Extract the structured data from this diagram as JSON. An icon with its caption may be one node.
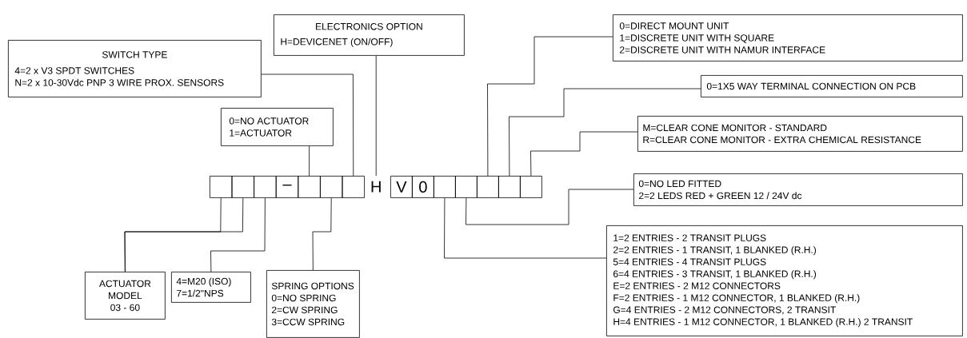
{
  "diagram": {
    "nodes": [
      {
        "text": [
          "SWITCH TYPE",
          "4=2 x V3 SPDT SWITCHES",
          "N=2 x 10-30Vdc PNP 3 WIRE PROX. SENSORS"
        ]
      },
      {
        "text": [
          "ELECTRONICS OPTION",
          "H=DEVICENET (ON/OFF)"
        ]
      },
      {
        "text": [
          "0=DIRECT MOUNT UNIT",
          "1=DISCRETE UNIT WITH SQUARE",
          "2=DISCRETE UNIT WITH NAMUR INTERFACE"
        ]
      },
      {
        "text": [
          "0=NO ACTUATOR",
          "1=ACTUATOR"
        ]
      },
      {
        "text": [
          "0=1X5 WAY TERMINAL CONNECTION ON PCB"
        ]
      },
      {
        "text": [
          "M=CLEAR CONE MONITOR - STANDARD",
          "R=CLEAR CONE MONITOR - EXTRA CHEMICAL RESISTANCE"
        ]
      },
      {
        "text": [],
        "shape": "box"
      },
      {
        "text": [],
        "shape": "box"
      },
      {
        "text": [],
        "shape": "box"
      },
      {
        "text": [
          "–"
        ]
      },
      {
        "text": [],
        "shape": "box"
      },
      {
        "text": [],
        "shape": "box"
      },
      {
        "text": [],
        "shape": "box"
      },
      {
        "text": [
          "H"
        ]
      },
      {
        "text": [
          "V"
        ]
      },
      {
        "text": [
          "0"
        ]
      },
      {
        "text": [],
        "shape": "box"
      },
      {
        "text": [],
        "shape": "box"
      },
      {
        "text": [],
        "shape": "box"
      },
      {
        "text": [],
        "shape": "box"
      },
      {
        "text": [],
        "shape": "box"
      },
      {
        "text": [
          "0=NO LED FITTED",
          "2=2 LEDS RED + GREEN 12 / 24V dc"
        ]
      },
      {
        "text": [
          "1=2 ENTRIES - 2 TRANSIT PLUGS",
          "2=2 ENTRIES - 1 TRANSIT, 1 BLANKED (R.H.)",
          "5=4 ENTRIES - 4 TRANSIT PLUGS",
          "6=4 ENTRIES - 3 TRANSIT, 1 BLANKED (R.H.)",
          "E=2 ENTRIES - 2 M12 CONNECTORS",
          "F=2 ENTRIES - 1 M12 CONNECTOR, 1 BLANKED (R.H.)",
          "G=4 ENTRIES - 2 M12 CONNECTORS, 2 TRANSIT",
          "H=4 ENTRIES - 1 M12 CONNECTOR, 1 BLANKED (R.H.) 2 TRANSIT"
        ]
      },
      {
        "text": [
          "ACTUATOR MODEL",
          "03 - 60"
        ]
      },
      {
        "text": [
          "4=M20 (ISO)",
          "7=1/2\"NPS"
        ]
      },
      {
        "text": [
          "SPRING OPTIONS",
          "0=NO SPRING",
          "2=CW SPRING",
          "3=CCW SPRING"
        ]
      }
    ],
    "edges": [
      {
        "from": 0,
        "to": 12,
        "arrow": "none"
      },
      {
        "from": 1,
        "to": 13,
        "arrow": "none"
      },
      {
        "from": 3,
        "to": 10,
        "arrow": "none"
      },
      {
        "from": 2,
        "to": 18,
        "arrow": "none"
      },
      {
        "from": 4,
        "to": 19,
        "arrow": "none"
      },
      {
        "from": 5,
        "to": 20,
        "arrow": "none"
      },
      {
        "from": 21,
        "to": 17,
        "arrow": "none"
      },
      {
        "from": 22,
        "to": 16,
        "arrow": "none"
      },
      {
        "from": 23,
        "to": 6,
        "arrow": "none"
      },
      {
        "from": 23,
        "to": 7,
        "arrow": "none"
      },
      {
        "from": 24,
        "to": 8,
        "arrow": "none"
      },
      {
        "from": 25,
        "to": 11,
        "arrow": "none"
      }
    ]
  }
}
